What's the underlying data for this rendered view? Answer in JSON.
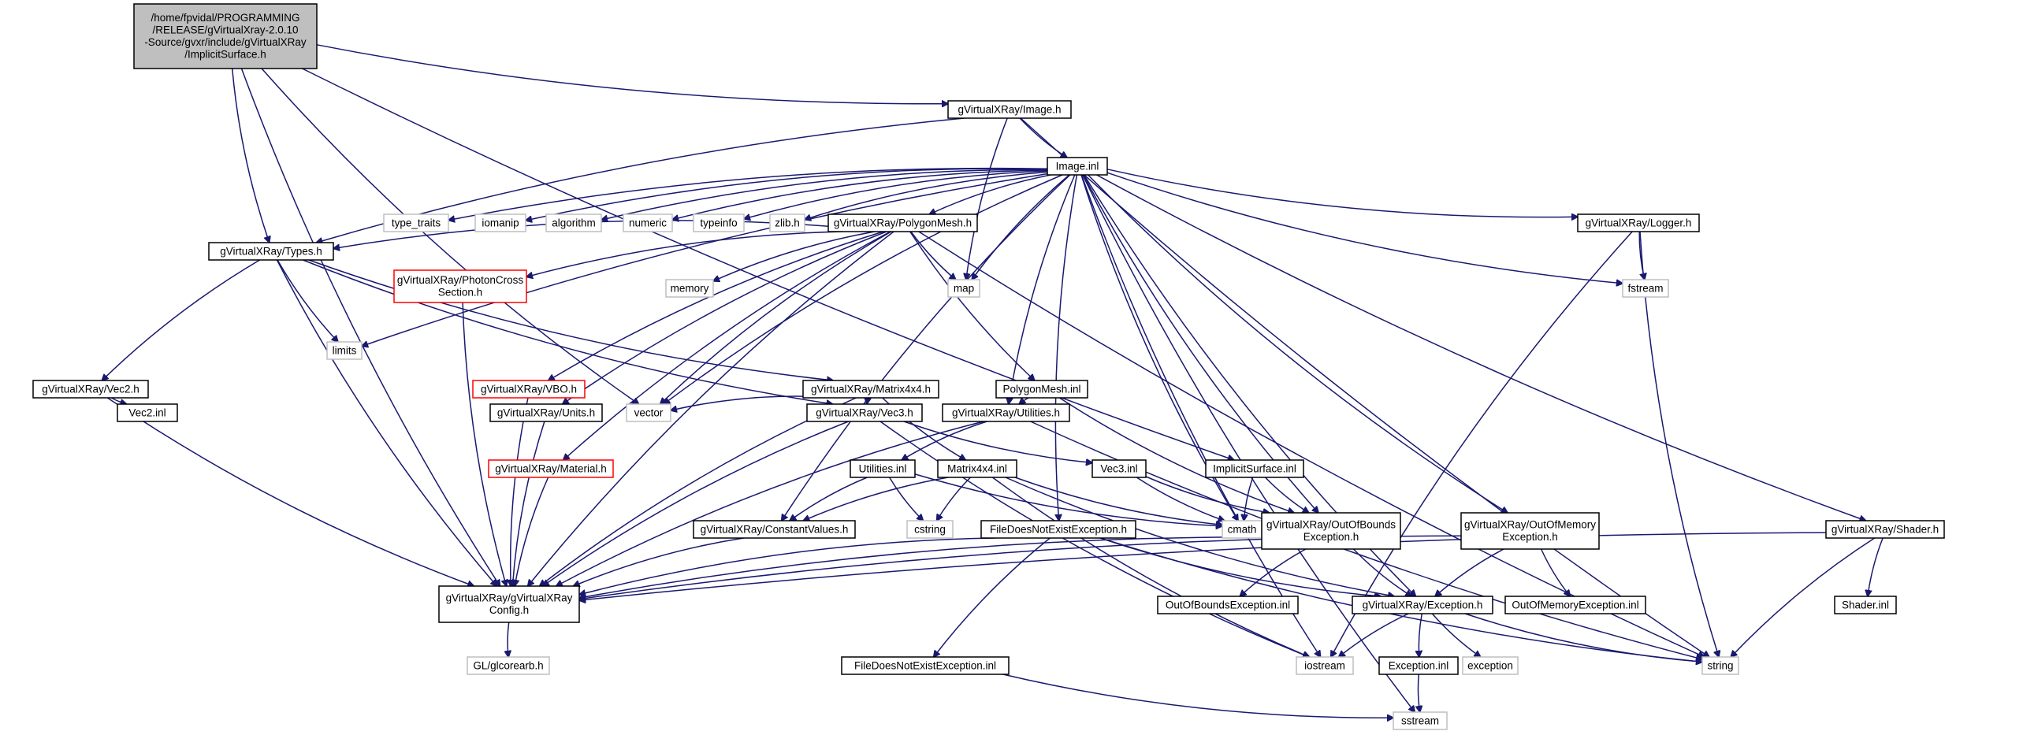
{
  "diagram": {
    "nodes": [
      {
        "id": "root",
        "lines": [
          "/home/fpvidal/PROGRAMMING",
          "/RELEASE/gVirtualXray-2.0.10",
          "-Source/gvxr/include/gVirtualXRay",
          "/ImplicitSurface.h"
        ],
        "style": "root"
      },
      {
        "id": "image_h",
        "lines": [
          "gVirtualXRay/Image.h"
        ],
        "style": "normal"
      },
      {
        "id": "image_inl",
        "lines": [
          "Image.inl"
        ],
        "style": "normal"
      },
      {
        "id": "type_traits",
        "lines": [
          "type_traits"
        ],
        "style": "ext"
      },
      {
        "id": "iomanip",
        "lines": [
          "iomanip"
        ],
        "style": "ext"
      },
      {
        "id": "algorithm",
        "lines": [
          "algorithm"
        ],
        "style": "ext"
      },
      {
        "id": "numeric",
        "lines": [
          "numeric"
        ],
        "style": "ext"
      },
      {
        "id": "typeinfo",
        "lines": [
          "typeinfo"
        ],
        "style": "ext"
      },
      {
        "id": "zlib",
        "lines": [
          "zlib.h"
        ],
        "style": "ext"
      },
      {
        "id": "polygonmesh_h",
        "lines": [
          "gVirtualXRay/PolygonMesh.h"
        ],
        "style": "normal"
      },
      {
        "id": "logger_h",
        "lines": [
          "gVirtualXRay/Logger.h"
        ],
        "style": "normal"
      },
      {
        "id": "types_h",
        "lines": [
          "gVirtualXRay/Types.h"
        ],
        "style": "normal"
      },
      {
        "id": "photon_h",
        "lines": [
          "gVirtualXRay/PhotonCross",
          "Section.h"
        ],
        "style": "red"
      },
      {
        "id": "memory",
        "lines": [
          "memory"
        ],
        "style": "ext"
      },
      {
        "id": "map",
        "lines": [
          "map"
        ],
        "style": "ext"
      },
      {
        "id": "fstream",
        "lines": [
          "fstream"
        ],
        "style": "ext"
      },
      {
        "id": "limits",
        "lines": [
          "limits"
        ],
        "style": "ext"
      },
      {
        "id": "vec2_h",
        "lines": [
          "gVirtualXRay/Vec2.h"
        ],
        "style": "normal"
      },
      {
        "id": "vbo_h",
        "lines": [
          "gVirtualXRay/VBO.h"
        ],
        "style": "red"
      },
      {
        "id": "matrix_h",
        "lines": [
          "gVirtualXRay/Matrix4x4.h"
        ],
        "style": "normal"
      },
      {
        "id": "polymesh_inl",
        "lines": [
          "PolygonMesh.inl"
        ],
        "style": "normal"
      },
      {
        "id": "vec2_inl",
        "lines": [
          "Vec2.inl"
        ],
        "style": "normal"
      },
      {
        "id": "units_h",
        "lines": [
          "gVirtualXRay/Units.h"
        ],
        "style": "normal"
      },
      {
        "id": "vector",
        "lines": [
          "vector"
        ],
        "style": "ext"
      },
      {
        "id": "vec3_h",
        "lines": [
          "gVirtualXRay/Vec3.h"
        ],
        "style": "normal"
      },
      {
        "id": "utilities_h",
        "lines": [
          "gVirtualXRay/Utilities.h"
        ],
        "style": "normal"
      },
      {
        "id": "material_h",
        "lines": [
          "gVirtualXRay/Material.h"
        ],
        "style": "red"
      },
      {
        "id": "utilities_inl",
        "lines": [
          "Utilities.inl"
        ],
        "style": "normal"
      },
      {
        "id": "matrix_inl",
        "lines": [
          "Matrix4x4.inl"
        ],
        "style": "normal"
      },
      {
        "id": "vec3_inl",
        "lines": [
          "Vec3.inl"
        ],
        "style": "normal"
      },
      {
        "id": "implicit_inl",
        "lines": [
          "ImplicitSurface.inl"
        ],
        "style": "normal"
      },
      {
        "id": "cmath",
        "lines": [
          "cmath"
        ],
        "style": "ext"
      },
      {
        "id": "cstring",
        "lines": [
          "cstring"
        ],
        "style": "ext"
      },
      {
        "id": "constvals_h",
        "lines": [
          "gVirtualXRay/ConstantValues.h"
        ],
        "style": "normal"
      },
      {
        "id": "filenot_h",
        "lines": [
          "FileDoesNotExistException.h"
        ],
        "style": "normal"
      },
      {
        "id": "outofbounds_h",
        "lines": [
          "gVirtualXRay/OutOfBounds",
          "Exception.h"
        ],
        "style": "normal"
      },
      {
        "id": "outofmem_h",
        "lines": [
          "gVirtualXRay/OutOfMemory",
          "Exception.h"
        ],
        "style": "normal"
      },
      {
        "id": "shader_h",
        "lines": [
          "gVirtualXRay/Shader.h"
        ],
        "style": "normal"
      },
      {
        "id": "config_h",
        "lines": [
          "gVirtualXRay/gVirtualXRay",
          "Config.h"
        ],
        "style": "normal"
      },
      {
        "id": "oob_inl",
        "lines": [
          "OutOfBoundsException.inl"
        ],
        "style": "normal"
      },
      {
        "id": "exception_h",
        "lines": [
          "gVirtualXRay/Exception.h"
        ],
        "style": "normal"
      },
      {
        "id": "oom_inl",
        "lines": [
          "OutOfMemoryException.inl"
        ],
        "style": "normal"
      },
      {
        "id": "shader_inl",
        "lines": [
          "Shader.inl"
        ],
        "style": "normal"
      },
      {
        "id": "glcorearb",
        "lines": [
          "GL/glcorearb.h"
        ],
        "style": "ext"
      },
      {
        "id": "filenot_inl",
        "lines": [
          "FileDoesNotExistException.inl"
        ],
        "style": "normal"
      },
      {
        "id": "iostream",
        "lines": [
          "iostream"
        ],
        "style": "ext"
      },
      {
        "id": "exception_inl",
        "lines": [
          "Exception.inl"
        ],
        "style": "normal"
      },
      {
        "id": "exception",
        "lines": [
          "exception"
        ],
        "style": "ext"
      },
      {
        "id": "string",
        "lines": [
          "string"
        ],
        "style": "ext"
      },
      {
        "id": "sstream",
        "lines": [
          "sstream"
        ],
        "style": "ext"
      }
    ],
    "edges": [
      [
        "root",
        "image_h"
      ],
      [
        "root",
        "types_h"
      ],
      [
        "root",
        "vector"
      ],
      [
        "root",
        "config_h"
      ],
      [
        "root",
        "implicit_inl"
      ],
      [
        "image_h",
        "image_inl"
      ],
      [
        "image_h",
        "types_h"
      ],
      [
        "image_h",
        "map"
      ],
      [
        "image_h",
        "string"
      ],
      [
        "image_inl",
        "type_traits"
      ],
      [
        "image_inl",
        "iomanip"
      ],
      [
        "image_inl",
        "algorithm"
      ],
      [
        "image_inl",
        "numeric"
      ],
      [
        "image_inl",
        "typeinfo"
      ],
      [
        "image_inl",
        "zlib"
      ],
      [
        "image_inl",
        "polygonmesh_h"
      ],
      [
        "image_inl",
        "logger_h"
      ],
      [
        "image_inl",
        "limits"
      ],
      [
        "image_inl",
        "constvals_h"
      ],
      [
        "image_inl",
        "vector"
      ],
      [
        "image_inl",
        "map"
      ],
      [
        "image_inl",
        "fstream"
      ],
      [
        "image_inl",
        "utilities_h"
      ],
      [
        "image_inl",
        "cmath"
      ],
      [
        "image_inl",
        "filenot_h"
      ],
      [
        "image_inl",
        "outofbounds_h"
      ],
      [
        "image_inl",
        "outofmem_h"
      ],
      [
        "image_inl",
        "shader_h"
      ],
      [
        "image_inl",
        "exception_h"
      ],
      [
        "image_inl",
        "iostream"
      ],
      [
        "image_inl",
        "sstream"
      ],
      [
        "polygonmesh_h",
        "types_h"
      ],
      [
        "polygonmesh_h",
        "photon_h"
      ],
      [
        "polygonmesh_h",
        "memory"
      ],
      [
        "polygonmesh_h",
        "map"
      ],
      [
        "polygonmesh_h",
        "vbo_h"
      ],
      [
        "polygonmesh_h",
        "units_h"
      ],
      [
        "polygonmesh_h",
        "vector"
      ],
      [
        "polygonmesh_h",
        "polymesh_inl"
      ],
      [
        "polygonmesh_h",
        "material_h"
      ],
      [
        "polygonmesh_h",
        "config_h"
      ],
      [
        "polygonmesh_h",
        "string"
      ],
      [
        "logger_h",
        "fstream"
      ],
      [
        "logger_h",
        "string"
      ],
      [
        "logger_h",
        "iostream"
      ],
      [
        "types_h",
        "limits"
      ],
      [
        "types_h",
        "vec2_h"
      ],
      [
        "types_h",
        "matrix_h"
      ],
      [
        "types_h",
        "vec3_h"
      ],
      [
        "types_h",
        "config_h"
      ],
      [
        "photon_h",
        "config_h"
      ],
      [
        "vec2_h",
        "vec2_inl"
      ],
      [
        "vec2_h",
        "config_h"
      ],
      [
        "vbo_h",
        "config_h"
      ],
      [
        "matrix_h",
        "vector"
      ],
      [
        "matrix_h",
        "vec3_h"
      ],
      [
        "matrix_h",
        "matrix_inl"
      ],
      [
        "matrix_h",
        "config_h"
      ],
      [
        "polymesh_inl",
        "utilities_h"
      ],
      [
        "polymesh_inl",
        "outofbounds_h"
      ],
      [
        "units_h",
        "config_h"
      ],
      [
        "vec3_h",
        "vec3_inl"
      ],
      [
        "vec3_h",
        "config_h"
      ],
      [
        "vec3_h",
        "iostream"
      ],
      [
        "utilities_h",
        "utilities_inl"
      ],
      [
        "utilities_h",
        "config_h"
      ],
      [
        "utilities_h",
        "string"
      ],
      [
        "material_h",
        "config_h"
      ],
      [
        "utilities_inl",
        "constvals_h"
      ],
      [
        "utilities_inl",
        "cstring"
      ],
      [
        "utilities_inl",
        "cmath"
      ],
      [
        "matrix_inl",
        "constvals_h"
      ],
      [
        "matrix_inl",
        "cstring"
      ],
      [
        "matrix_inl",
        "cmath"
      ],
      [
        "matrix_inl",
        "exception_h"
      ],
      [
        "matrix_inl",
        "iostream"
      ],
      [
        "vec3_inl",
        "cmath"
      ],
      [
        "vec3_inl",
        "outofbounds_h"
      ],
      [
        "implicit_inl",
        "cmath"
      ],
      [
        "implicit_inl",
        "outofbounds_h"
      ],
      [
        "constvals_h",
        "config_h"
      ],
      [
        "filenot_h",
        "config_h"
      ],
      [
        "filenot_h",
        "exception_h"
      ],
      [
        "filenot_h",
        "filenot_inl"
      ],
      [
        "filenot_h",
        "string"
      ],
      [
        "outofbounds_h",
        "config_h"
      ],
      [
        "outofbounds_h",
        "oob_inl"
      ],
      [
        "outofbounds_h",
        "exception_h"
      ],
      [
        "outofmem_h",
        "config_h"
      ],
      [
        "outofmem_h",
        "exception_h"
      ],
      [
        "outofmem_h",
        "oom_inl"
      ],
      [
        "shader_h",
        "config_h"
      ],
      [
        "shader_h",
        "shader_inl"
      ],
      [
        "shader_h",
        "string"
      ],
      [
        "config_h",
        "glcorearb"
      ],
      [
        "filenot_inl",
        "sstream"
      ],
      [
        "exception_h",
        "iostream"
      ],
      [
        "exception_h",
        "exception_inl"
      ],
      [
        "exception_h",
        "exception"
      ],
      [
        "exception_h",
        "string"
      ],
      [
        "exception_inl",
        "sstream"
      ]
    ]
  }
}
